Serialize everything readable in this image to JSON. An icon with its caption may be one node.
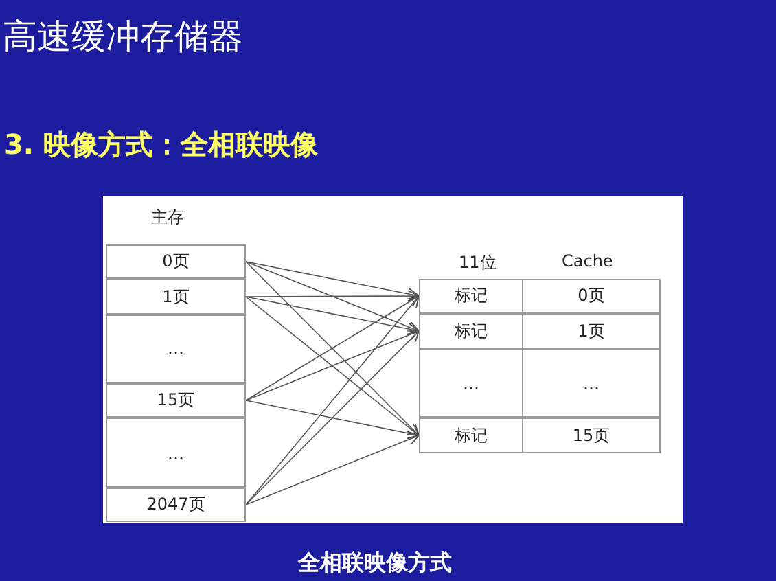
{
  "diagram": {
    "title": "高速缓冲存储器",
    "nodes": [
      {
        "text": [
          "0页"
        ]
      },
      {
        "text": [
          "1页"
        ]
      },
      {
        "text": [
          "…"
        ]
      },
      {
        "text": [
          "15页"
        ]
      },
      {
        "text": [
          "…"
        ]
      },
      {
        "text": [
          "2047页"
        ]
      },
      {
        "text": [
          "标记"
        ]
      },
      {
        "text": [
          "标记"
        ]
      },
      {
        "text": [
          "…"
        ]
      },
      {
        "text": [
          "标记"
        ]
      },
      {
        "text": [
          "0页"
        ]
      },
      {
        "text": [
          "1页"
        ]
      },
      {
        "text": [
          "…"
        ]
      },
      {
        "text": [
          "15页"
        ]
      }
    ],
    "edges": [
      {
        "from": 0,
        "to": 6,
        "arrow": "to"
      },
      {
        "from": 0,
        "to": 7,
        "arrow": "to"
      },
      {
        "from": 0,
        "to": 9,
        "arrow": "to"
      },
      {
        "from": 1,
        "to": 6,
        "arrow": "to"
      },
      {
        "from": 1,
        "to": 7,
        "arrow": "to"
      },
      {
        "from": 1,
        "to": 9,
        "arrow": "to"
      },
      {
        "from": 3,
        "to": 6,
        "arrow": "to"
      },
      {
        "from": 3,
        "to": 7,
        "arrow": "to"
      },
      {
        "from": 3,
        "to": 9,
        "arrow": "to"
      },
      {
        "from": 5,
        "to": 6,
        "arrow": "to"
      },
      {
        "from": 5,
        "to": 7,
        "arrow": "to"
      },
      {
        "from": 5,
        "to": 9,
        "arrow": "to"
      }
    ],
    "labels": [
      "3. 映像方式：全相联映像",
      "主存",
      "11位",
      "Cache"
    ],
    "caption": "全相联映像方式"
  }
}
